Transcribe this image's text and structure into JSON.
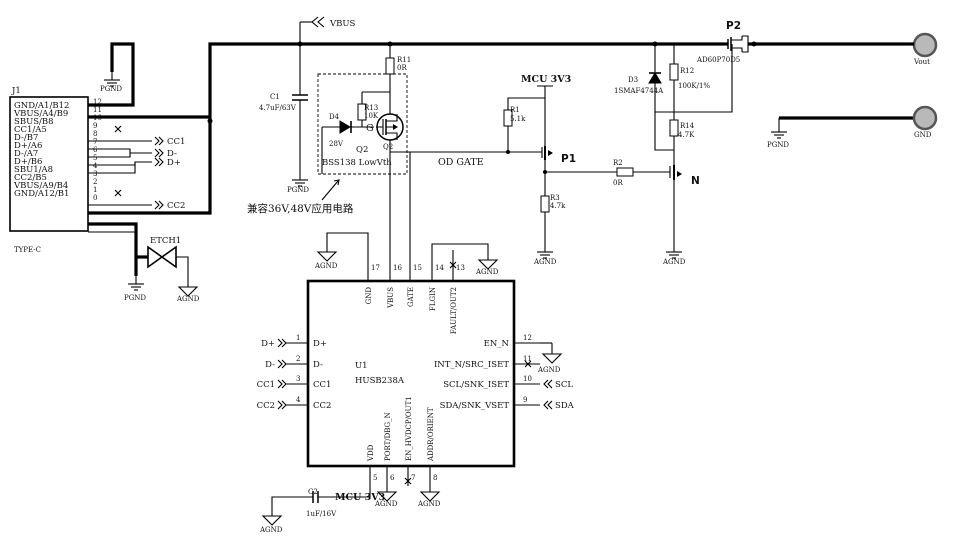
{
  "j1": {
    "ref": "J1",
    "type": "TYPE-C",
    "pins": [
      {
        "num": "12",
        "name": "GND/A1/B12"
      },
      {
        "num": "11",
        "name": "VBUS/A4/B9"
      },
      {
        "num": "10",
        "name": "SBUS/B8"
      },
      {
        "num": "9",
        "name": "CC1/A5"
      },
      {
        "num": "8",
        "name": "D-/B7"
      },
      {
        "num": "7",
        "name": "D+/A6"
      },
      {
        "num": "6",
        "name": "D-/A7"
      },
      {
        "num": "5",
        "name": "D+/B6"
      },
      {
        "num": "4",
        "name": "SBU1/A8"
      },
      {
        "num": "3",
        "name": "CC2/B5"
      },
      {
        "num": "2",
        "name": "VBUS/A9/B4"
      },
      {
        "num": "1",
        "name": "GND/A12/B1"
      },
      {
        "num": "0",
        "name": ""
      }
    ]
  },
  "nets": {
    "vbus": "VBUS",
    "pgnd": "PGND",
    "agnd": "AGND",
    "cc1": "CC1",
    "cc2": "CC2",
    "dminus": "D-",
    "dplus": "D+",
    "scl": "SCL",
    "sda": "SDA",
    "mcu": "MCU 3V3",
    "od_gate": "OD GATE"
  },
  "etch": {
    "ref": "ETCH1"
  },
  "c1": {
    "ref": "C1",
    "value": "4.7uF/63V"
  },
  "r11": {
    "ref": "R11",
    "value": "0R"
  },
  "r13": {
    "ref": "R13",
    "value": "10K"
  },
  "d4": {
    "ref": "D4",
    "value": "28V"
  },
  "q2": {
    "ref": "Q2",
    "gate": "G",
    "value": "BSS138 LowVth"
  },
  "annotation": "兼容36V,48V应用电路",
  "r1": {
    "ref": "R1",
    "value": "5.1k"
  },
  "r3": {
    "ref": "R3",
    "value": "4.7k"
  },
  "r2": {
    "ref": "R2",
    "value": "0R"
  },
  "p1": {
    "label": "P1"
  },
  "n_fet": {
    "label": "N"
  },
  "p2": {
    "label": "P2",
    "value": "AD60P70D5"
  },
  "d3": {
    "ref": "D3",
    "value": "1SMAF4744A"
  },
  "r12": {
    "ref": "R12",
    "value": "100K/1%"
  },
  "r14": {
    "ref": "R14",
    "value": "4.7K"
  },
  "vout": "Vout",
  "gnd_out": "GND",
  "c2": {
    "ref": "C2",
    "value": "1uF/16V"
  },
  "u1": {
    "ref": "U1",
    "part": "HUSB238A",
    "top_pins": [
      {
        "num": "17",
        "name": "GND"
      },
      {
        "num": "16",
        "name": "VBUS"
      },
      {
        "num": "15",
        "name": "GATE"
      },
      {
        "num": "14",
        "name": "FLGIN"
      },
      {
        "num": "13",
        "name": "FAULT/OUT2"
      }
    ],
    "left_pins": [
      {
        "num": "1",
        "name": "D+"
      },
      {
        "num": "2",
        "name": "D-"
      },
      {
        "num": "3",
        "name": "CC1"
      },
      {
        "num": "4",
        "name": "CC2"
      }
    ],
    "right_pins": [
      {
        "num": "12",
        "name": "EN_N"
      },
      {
        "num": "11",
        "name": "INT_N/SRC_ISET"
      },
      {
        "num": "10",
        "name": "SCL/SNK_ISET"
      },
      {
        "num": "9",
        "name": "SDA/SNK_VSET"
      }
    ],
    "bottom_pins": [
      {
        "num": "5",
        "name": "VDD"
      },
      {
        "num": "6",
        "name": "PORT/DBG_N"
      },
      {
        "num": "7",
        "name": "EN_HVDCP/OUT1"
      },
      {
        "num": "8",
        "name": "ADDR/ORIENT"
      }
    ]
  }
}
